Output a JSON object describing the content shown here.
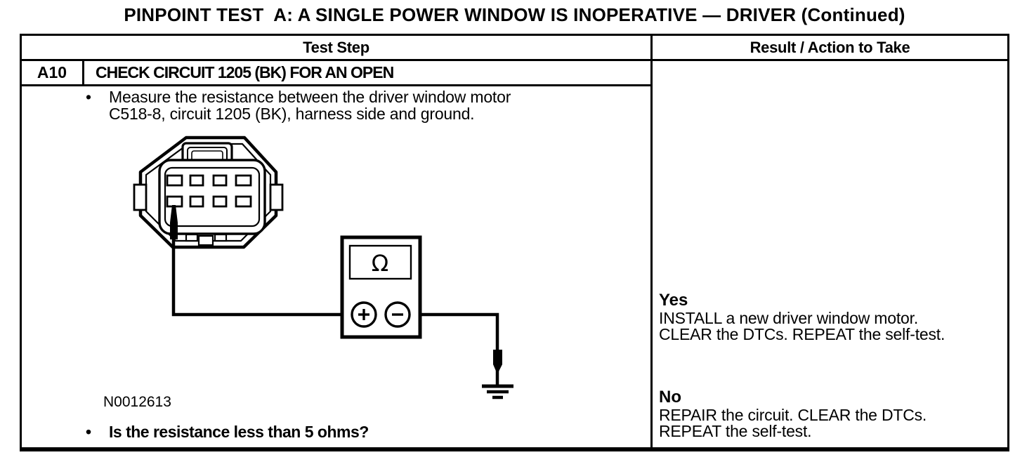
{
  "page_title": "PINPOINT TEST  A: A SINGLE POWER WINDOW IS INOPERATIVE — DRIVER (Continued)",
  "table": {
    "header": {
      "test_step": "Test Step",
      "result_action": "Result / Action to Take"
    },
    "step": {
      "id": "A10",
      "heading": "CHECK CIRCUIT 1205 (BK) FOR AN OPEN",
      "bullet": "•",
      "instruction_lines": [
        "Measure the resistance between the driver window motor",
        "C518-8, circuit 1205 (BK), harness side and ground."
      ],
      "figure_id": "N0012613",
      "question": "Is the resistance less than 5 ohms?"
    },
    "results": {
      "yes_label": "Yes",
      "yes_lines": [
        "INSTALL a new driver window motor.",
        "CLEAR the DTCs. REPEAT the self-test."
      ],
      "no_label": "No",
      "no_lines": [
        "REPAIR the circuit. CLEAR the DTCs.",
        "REPEAT the self-test."
      ]
    }
  },
  "diagram": {
    "ohm_symbol": "Ω",
    "icons": [
      "connector-8-pin-icon",
      "test-probe-icon",
      "ohmmeter-icon",
      "plus-terminal-icon",
      "minus-terminal-icon",
      "ground-icon"
    ]
  }
}
